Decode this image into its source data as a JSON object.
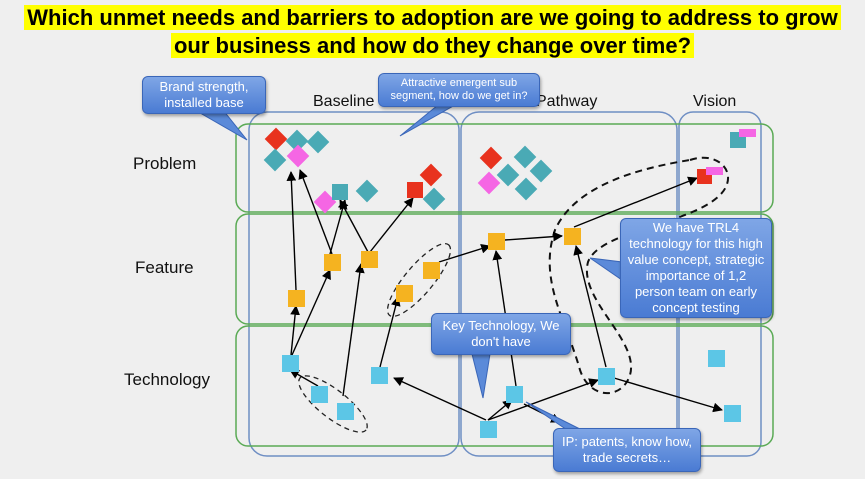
{
  "title": {
    "line1": "Which unmet needs and barriers to adoption are we going to address to grow",
    "line2": "our business and how do they change over time?"
  },
  "rows": {
    "problem": "Problem",
    "feature": "Feature",
    "technology": "Technology"
  },
  "columns": {
    "baseline": "Baseline",
    "pathway": "Pathway",
    "vision": "Vision"
  },
  "callouts": {
    "brand": "Brand strength, installed base",
    "attractive": "Attractive emergent sub segment, how do we get in?",
    "trl4": "We have TRL4 technology for this high value concept, strategic importance of 1,2 person team on early concept testing",
    "key_tech": "Key Technology, We don't have",
    "ip": "IP: patents, know how, trade secrets…"
  },
  "colors": {
    "row_border": "#5aaa55",
    "column_border": "#6f8fc4",
    "teal": "#4aaab5",
    "cyan": "#5cc6e6",
    "orange": "#f5b320",
    "red": "#e8321e",
    "magenta": "#f566e4",
    "callout": "#5b8ad9"
  }
}
